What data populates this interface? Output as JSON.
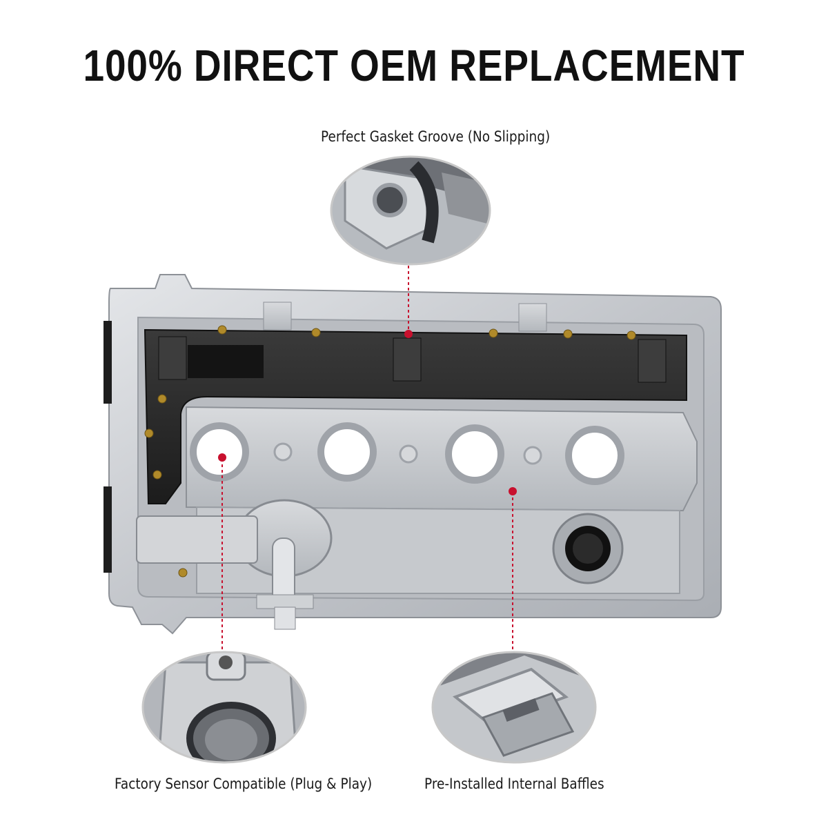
{
  "headline": "100% DIRECT OEM REPLACEMENT",
  "callouts": {
    "top": "Perfect Gasket Groove (No Slipping)",
    "bottom_left": "Factory Sensor Compatible (Plug & Play)",
    "bottom_right": "Pre-Installed Internal Baffles"
  },
  "colors": {
    "headline": "#111111",
    "leader": "#c8102e",
    "aluminum": "#c9ccd0",
    "plastic": "#2a2a2a"
  }
}
